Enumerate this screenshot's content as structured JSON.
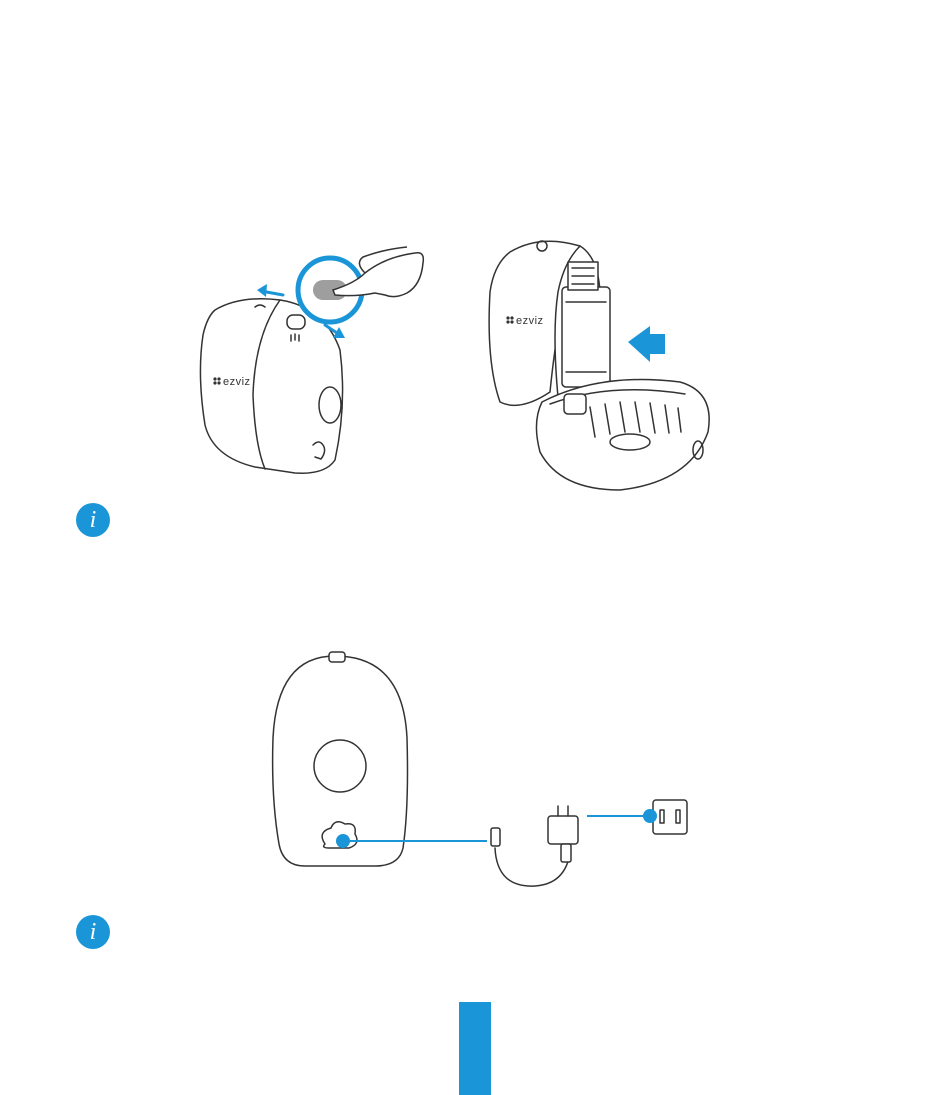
{
  "brand": "ezviz",
  "colors": {
    "accent": "#1a96d8",
    "line": "#333333"
  },
  "icons": {
    "info1": "info-icon",
    "info2": "info-icon",
    "info_glyph": "i"
  },
  "figures": [
    {
      "name": "camera-release-latch",
      "arrow": "slide-arrows"
    },
    {
      "name": "camera-battery-insert",
      "arrow": "insert-arrow"
    },
    {
      "name": "camera-charging-setup",
      "parts": [
        "camera-rear",
        "usb-cable",
        "power-adapter",
        "wall-outlet"
      ]
    }
  ]
}
